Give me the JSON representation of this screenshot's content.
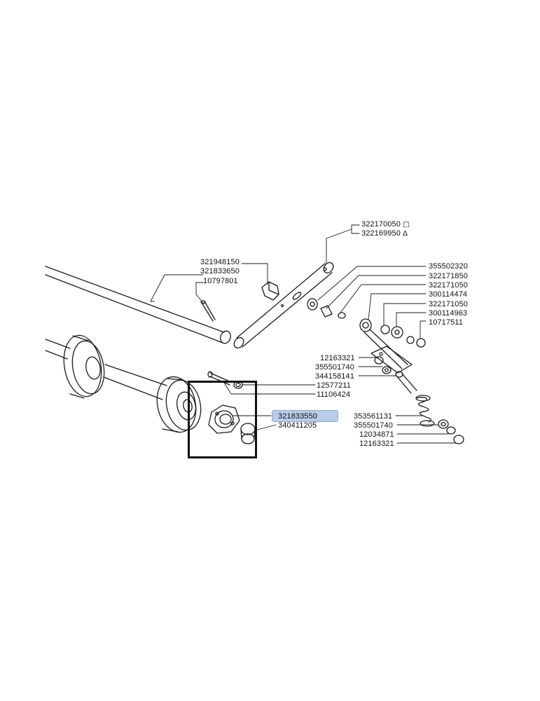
{
  "part_labels": {
    "p322170050": "322170050",
    "p322170050_sym": "□",
    "p322169950": "322169950",
    "p322169950_sym": "Δ",
    "p321948150": "321948150",
    "p321833650": "321833650",
    "p10797801": "10797801",
    "p355502320": "355502320",
    "p322171850": "322171850",
    "p322171050a": "322171050",
    "p300114474": "300114474",
    "p322171050b": "322171050",
    "p300114963": "300114963",
    "p10717511": "10717511",
    "p12163321a": "12163321",
    "p355501740a": "355501740",
    "p344158141": "344158141",
    "p12577211": "12577211",
    "p11106424": "11106424",
    "p321833550": "321833550",
    "p340411205": "340411205",
    "p353561131": "353561131",
    "p355501740b": "355501740",
    "p12034871": "12034871",
    "p12163321b": "12163321"
  },
  "highlighted_part": "321833550",
  "colors": {
    "line": "#1a1a1a",
    "highlight": "#b9cce8",
    "selection_box": "#111111"
  }
}
